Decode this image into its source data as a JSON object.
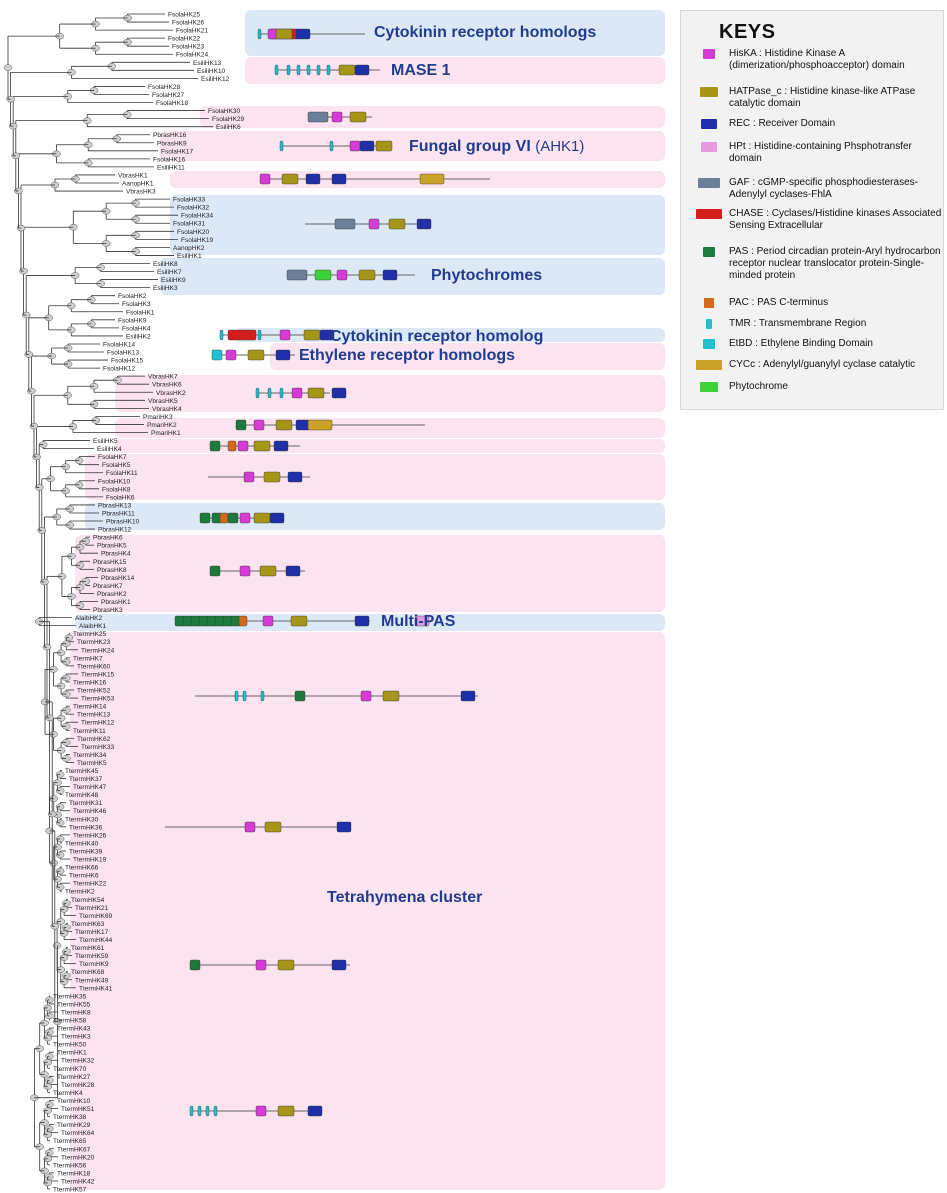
{
  "bands": [
    {
      "label": "Cytokinin receptor homologs",
      "color": "#dde8f6"
    },
    {
      "label": "MASE 1",
      "color": "#fbe4ef"
    },
    {
      "label": "Fungal group VI",
      "sub": "(AHK1)",
      "color": "#fbe4ef"
    },
    {
      "label": "Phytochromes",
      "color": "#dde8f6"
    },
    {
      "label": "Cytokinin receptor homolog",
      "color": "#fbe4ef"
    },
    {
      "label": "Ethylene receptor homologs",
      "color": "#fbe4ef"
    },
    {
      "label": "Multi-PAS",
      "color": "#dde8f6"
    },
    {
      "label": "Tetrahymena cluster",
      "color": "#fbe4ef"
    }
  ],
  "leaves": [
    "FsolaHK25",
    "FsolaHK26",
    "FsolaHK21",
    "FsolaHK22",
    "FsolaHK23",
    "FsolaHK24",
    "EsiliHK13",
    "EsiliHK10",
    "EsiliHK12",
    "FsolaHK28",
    "FsolaHK27",
    "FsolaHK18",
    "FsolaHK30",
    "FsolaHK29",
    "EsiliHK6",
    "PbrasHK16",
    "PbrasHK9",
    "FsolaHK17",
    "FsolaHK16",
    "EsiliHK11",
    "VbrasHK1",
    "AanopHK1",
    "VbrasHK3",
    "FsolaHK33",
    "FsolaHK32",
    "FsolaHK34",
    "FsolaHK31",
    "FsolaHK20",
    "FsolaHK19",
    "AanopHK2",
    "EsiliHK1",
    "EsiliHK8",
    "EsiliHK7",
    "EsiliHK9",
    "EsiliHK3",
    "FsolaHK2",
    "FsolaHK3",
    "FsolaHK1",
    "FsolaHK9",
    "FsolaHK4",
    "EsiliHK2",
    "FsolaHK14",
    "FsolaHK13",
    "FsolaHK15",
    "FsolaHK12",
    "VbrasHK7",
    "VbrasHK6",
    "VbrasHK2",
    "VbrasHK5",
    "VbrasHK4",
    "PmariHK3",
    "PmariHK2",
    "PmariHK1",
    "EsiliHK5",
    "EsiliHK4",
    "FsolaHK7",
    "FsolaHK5",
    "FsolaHK11",
    "FsolaHK10",
    "FsolaHK8",
    "FsolaHK6",
    "PbrasHK13",
    "PbrasHK11",
    "PbrasHK10",
    "PbrasHK12",
    "PbrasHK6",
    "PbrasHK5",
    "PbrasHK4",
    "PbrasHK15",
    "PbrasHK8",
    "PbrasHK14",
    "PbrasHK7",
    "PbrasHK2",
    "PbrasHK1",
    "PbrasHK3",
    "AlaibHK2",
    "AlaibHK1",
    "TtermHK25",
    "TtermHK23",
    "TtermHK24",
    "TtermHK7",
    "TtermHK60",
    "TtermHK15",
    "TtermHK16",
    "TtermHK52",
    "TtermHK53",
    "TtermHK14",
    "TtermHK13",
    "TtermHK12",
    "TtermHK11",
    "TtermHK62",
    "TtermHK33",
    "TtermHK34",
    "TtermHK5",
    "TtermHK45",
    "TtermHK37",
    "TtermHK47",
    "TtermHK48",
    "TtermHK31",
    "TtermHK46",
    "TtermHK30",
    "TtermHK36",
    "TtermHK26",
    "TtermHK40",
    "TtermHK39",
    "TtermHK19",
    "TtermHK66",
    "TtermHK6",
    "TtermHK22",
    "TtermHK2",
    "TtermHK54",
    "TtermHK21",
    "TtermHK69",
    "TtermHK63",
    "TtermHK17",
    "TtermHK44",
    "TtermHK61",
    "TtermHK59",
    "TtermHK9",
    "TtermHK68",
    "TtermHK49",
    "TtermHK41",
    "TtermHK35",
    "TtermHK55",
    "TtermHK8",
    "TtermHK58",
    "TtermHK43",
    "TtermHK3",
    "TtermHK50",
    "TtermHK1",
    "TtermHK32",
    "TtermHK70",
    "TtermHK27",
    "TtermHK28",
    "TtermHK4",
    "TtermHK10",
    "TtermHK51",
    "TtermHK38",
    "TtermHK29",
    "TtermHK64",
    "TtermHK65",
    "TtermHK67",
    "TtermHK20",
    "TtermHK56",
    "TtermHK18",
    "TtermHK42",
    "TtermHK57"
  ],
  "architectures": [
    {
      "domains": [
        "TMR",
        "CHASE",
        "TMR",
        "HisKA",
        "HATPase_c",
        "REC"
      ]
    },
    {
      "domains": [
        "TMR",
        "TMR",
        "TMR",
        "TMR",
        "TMR",
        "TMR",
        "HATPase_c",
        "REC"
      ]
    },
    {
      "domains": [
        "GAF",
        "HisKA",
        "HATPase_c"
      ]
    },
    {
      "domains": [
        "TMR",
        "TMR",
        "HisKA",
        "HATPase_c",
        "REC"
      ]
    },
    {
      "domains": [
        "HisKA",
        "HATPase_c",
        "REC",
        "REC",
        "CYCc"
      ]
    },
    {
      "domains": [
        "GAF",
        "HisKA",
        "HATPase_c",
        "REC"
      ]
    },
    {
      "domains": [
        "GAF",
        "PHY",
        "HisKA",
        "HATPase_c",
        "REC"
      ]
    },
    {
      "domains": [
        "TMR",
        "CHASE",
        "TMR",
        "HisKA",
        "HATPase_c",
        "REC"
      ]
    },
    {
      "domains": [
        "EtBD",
        "HisKA",
        "HATPase_c",
        "REC"
      ]
    },
    {
      "domains": [
        "TMR",
        "TMR",
        "TMR",
        "HisKA",
        "HATPase_c",
        "REC"
      ]
    },
    {
      "domains": [
        "PAS",
        "HisKA",
        "HATPase_c",
        "REC",
        "CYCc"
      ]
    },
    {
      "domains": [
        "PAS",
        "PAC",
        "HisKA",
        "HATPase_c",
        "REC"
      ]
    },
    {
      "domains": [
        "HisKA",
        "HATPase_c",
        "REC"
      ]
    },
    {
      "domains": [
        "PAS",
        "PAS",
        "PAC",
        "PAS",
        "HisKA",
        "HATPase_c",
        "REC"
      ]
    },
    {
      "domains": [
        "PAS",
        "HisKA",
        "HATPase_c",
        "REC"
      ]
    },
    {
      "domains": [
        "PAS",
        "PAS",
        "PAS",
        "PAS",
        "PAS",
        "PAS",
        "PAS",
        "PAS",
        "PAC",
        "HisKA",
        "HATPase_c",
        "REC",
        "HPt"
      ]
    },
    {
      "domains": [
        "TMR",
        "TMR",
        "TMR",
        "PAS",
        "HisKA",
        "HATPase_c",
        "REC"
      ]
    },
    {
      "domains": [
        "HisKA",
        "HATPase_c",
        "REC"
      ]
    },
    {
      "domains": [
        "PAS",
        "HisKA",
        "HATPase_c",
        "REC"
      ]
    },
    {
      "domains": [
        "TMR",
        "TMR",
        "TMR",
        "TMR",
        "HisKA",
        "HATPase_c",
        "REC"
      ]
    }
  ],
  "domain_colors": {
    "HisKA": "#d63bd6",
    "HATPase_c": "#a5961a",
    "REC": "#1e2fa8",
    "HPt": "#e59be0",
    "GAF": "#6b7f99",
    "CHASE": "#d41e1e",
    "PAS": "#1e7a3c",
    "PAC": "#d2691e",
    "TMR": "#20c0d0",
    "EtBD": "#20c0d0",
    "CYCc": "#c9a227",
    "PHY": "#3fd13a"
  },
  "keys": {
    "title": "KEYS",
    "items": [
      {
        "id": "HisKA",
        "text": "HisKA : Histidine Kinase A (dimerization/phosphoacceptor) domain"
      },
      {
        "id": "HATPase_c",
        "text": "HATPase_c : Histidine kinase-like ATPase catalytic domain"
      },
      {
        "id": "REC",
        "text": "REC : Receiver Domain"
      },
      {
        "id": "HPt",
        "text": "HPt : Histidine-containing Phsphotransfer domain"
      },
      {
        "id": "GAF",
        "text": "GAF : cGMP-specific phosphodiesterases-Adenylyl cyclases-FhlA"
      },
      {
        "id": "CHASE",
        "text": "CHASE : Cyclases/Histidine kinases Associated Sensing Extracellular"
      },
      {
        "id": "PAS",
        "text": "PAS : Period circadian protein-Aryl hydrocarbon receptor nuclear translocator protein-Single-minded protein"
      },
      {
        "id": "PAC",
        "text": "PAC : PAS C-terminus"
      },
      {
        "id": "TMR",
        "text": "TMR : Transmembrane Region"
      },
      {
        "id": "EtBD",
        "text": "EtBD : Ethylene Binding Domain"
      },
      {
        "id": "CYCc",
        "text": "CYCc : Adenylyl/guanylyl cyclase catalytic"
      },
      {
        "id": "PHY",
        "text": "Phytochrome"
      }
    ]
  }
}
